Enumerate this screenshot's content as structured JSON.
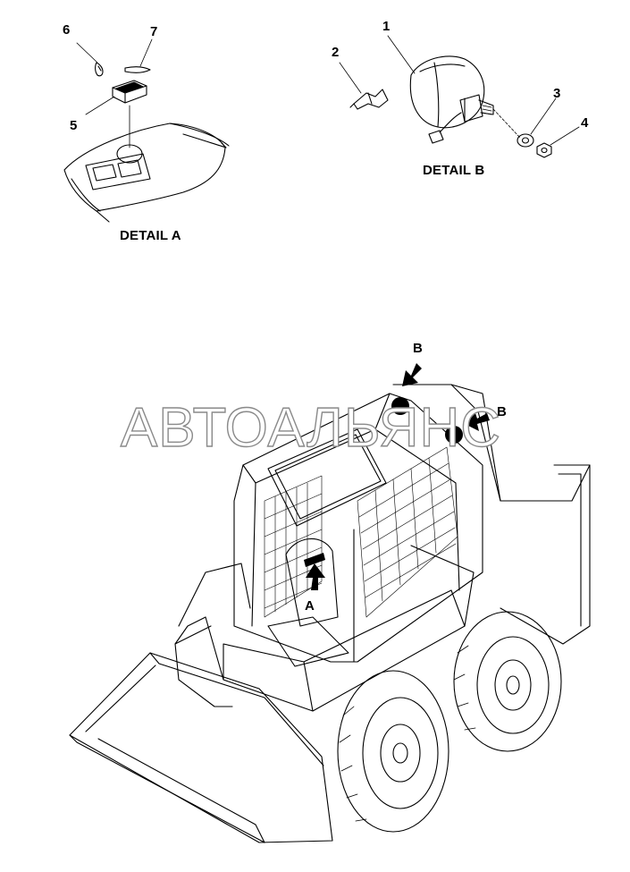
{
  "callouts": {
    "c1": "1",
    "c2": "2",
    "c3": "3",
    "c4": "4",
    "c5": "5",
    "c6": "6",
    "c7": "7"
  },
  "detail_a_title": "DETAIL A",
  "detail_b_title": "DETAIL B",
  "arrow_labels": {
    "a": "A",
    "b1": "B",
    "b2": "B"
  },
  "watermark": "АВТОАЛЬЯНС"
}
